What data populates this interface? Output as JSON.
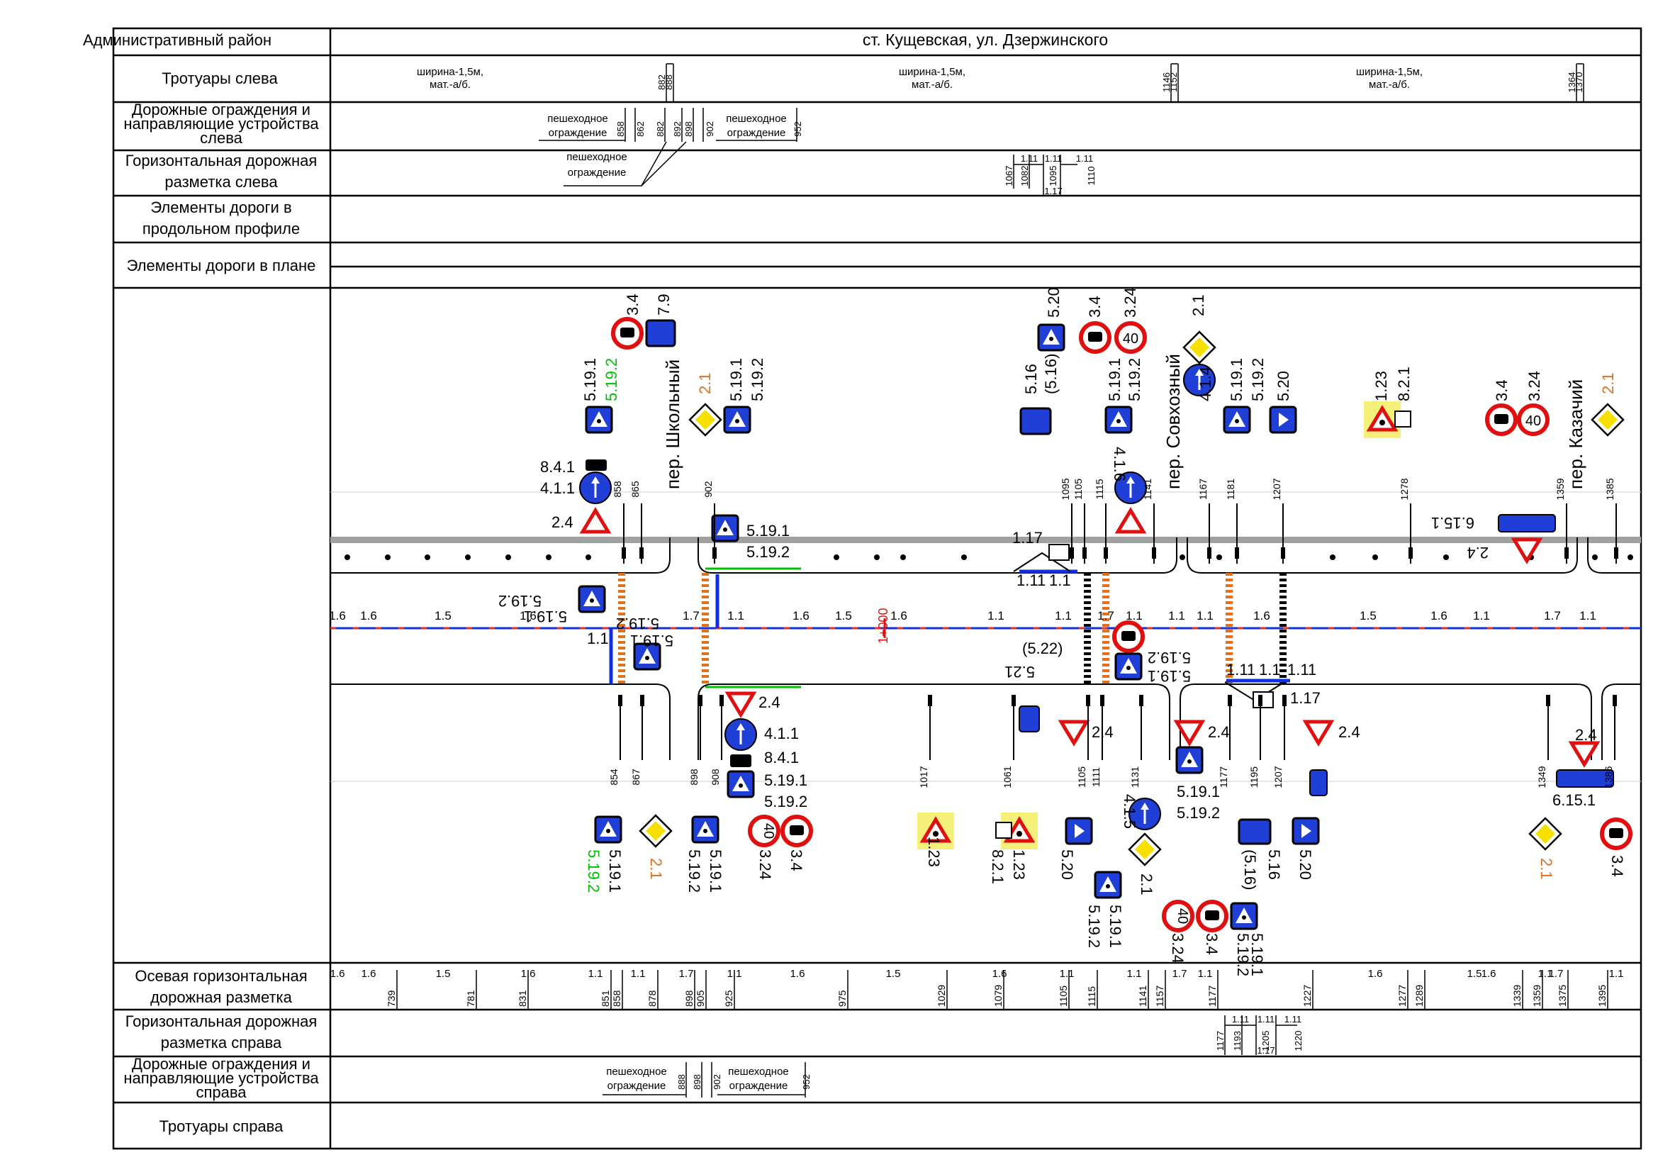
{
  "header": {
    "district_label": "Административный район",
    "location": "ст. Кущевская, ул. Дзержинского"
  },
  "rows": {
    "sidewalks_left": "Тротуары слева",
    "guard_left_1": "Дорожные ограждения и",
    "guard_left_2": "направляющие устройства",
    "guard_left_3": "слева",
    "marking_left_1": "Горизонтальная дорожная",
    "marking_left_2": "разметка слева",
    "profile_1": "Элементы дороги в",
    "profile_2": "продольном профиле",
    "plan": "Элементы дороги в плане",
    "axial_1": "Осевая горизонтальная",
    "axial_2": "дорожная разметка",
    "marking_right_1": "Горизонтальная дорожная",
    "marking_right_2": "разметка справа",
    "guard_right_1": "Дорожные ограждения и",
    "guard_right_2": "направляющие устройства",
    "guard_right_3": "справа",
    "sidewalks_right": "Тротуары справа"
  },
  "sidewalk_left": {
    "segments": [
      {
        "line1": "ширина-1,5м,",
        "line2": "мат.-а/б."
      },
      {
        "line1": "ширина-1,5м,",
        "line2": "мат.-а/б."
      },
      {
        "line1": "ширина-1,5м,",
        "line2": "мат.-а/б."
      }
    ],
    "marks": [
      "882",
      "888",
      "1146",
      "1152",
      "1364",
      "1370"
    ]
  },
  "guard_left": {
    "label_a1": "пешеходное",
    "label_a2": "ограждение",
    "label_b1": "пешеходное",
    "label_b2": "ограждение",
    "marks": [
      "858",
      "862",
      "882",
      "892",
      "898",
      "902",
      "952"
    ]
  },
  "marking_left": {
    "label1": "пешеходное",
    "label2": "ограждение",
    "marks": [
      "1067",
      "1082",
      "1095",
      "1110"
    ],
    "types": [
      "1.11",
      "1.11",
      "1.11",
      "1.17"
    ]
  },
  "streets": {
    "school": "пер. Школьный",
    "sovkhoz": "пер. Совхозный",
    "kazachiy": "пер. Казачий"
  },
  "plan": {
    "axial_types": [
      "1.6",
      "1.6",
      "1.5",
      "1.6",
      "1.7",
      "1.1",
      "1.6",
      "1.5",
      "1.6",
      "1.1",
      "1.1",
      "1.7",
      "1.1",
      "1.1",
      "1.1",
      "1.6",
      "1.5",
      "1.6",
      "1.1",
      "1.7",
      "1.1"
    ],
    "km_label": "1+000",
    "top_post_labels": [
      "858",
      "865",
      "902",
      "1095",
      "1105",
      "1115",
      "1141",
      "1167",
      "1181",
      "1207",
      "1278",
      "1359",
      "1385"
    ],
    "bottom_post_labels": [
      "854",
      "867",
      "898",
      "908",
      "1017",
      "1061",
      "1105",
      "1111",
      "1131",
      "1177",
      "1195",
      "1207",
      "1349",
      "1386"
    ],
    "sign_labels": {
      "s_3_4": "3.4",
      "s_7_9": "7.9",
      "s_5_19_1": "5.19.1",
      "s_5_19_2": "5.19.2",
      "s_2_1": "2.1",
      "s_8_4_1": "8.4.1",
      "s_4_1_1": "4.1.1",
      "s_2_4": "2.4",
      "s_5_20": "5.20",
      "s_3_24": "3.24",
      "s_5_16": "5.16",
      "s_5_16p": "(5.16)",
      "s_4_1_6": "4.1.6",
      "s_4_1_4": "4.1.4",
      "s_1_23": "1.23",
      "s_8_2_1": "8.2.1",
      "s_6_15_1": "6.15.1",
      "s_1_17": "1.17",
      "s_1_11": "1.11",
      "s_1_1": "1.1",
      "s_5_21": "5.21",
      "s_5_22p": "(5.22)",
      "s_4_1_5": "4.1.5",
      "s_40": "40"
    }
  },
  "axial_table": {
    "types": [
      "1.6",
      "1.6",
      "1.5",
      "1.6",
      "1.1",
      "1.1",
      "1.7",
      "1.1",
      "1.6",
      "1.5",
      "1.6",
      "1.1",
      "1.1",
      "1.7",
      "1.1",
      "1.6",
      "1.5",
      "1.6",
      "1.1",
      "1.7",
      "1.1"
    ],
    "marks": [
      "739",
      "781",
      "831",
      "851",
      "858",
      "878",
      "898",
      "905",
      "925",
      "975",
      "1029",
      "1079",
      "1105",
      "1115",
      "1141",
      "1157",
      "1177",
      "1227",
      "1277",
      "1289",
      "1339",
      "1359",
      "1375",
      "1395"
    ]
  },
  "marking_right": {
    "marks": [
      "1177",
      "1193",
      "1205",
      "1220"
    ],
    "types": [
      "1.11",
      "1.11",
      "1.11",
      "1.17"
    ]
  },
  "guard_right": {
    "label_a1": "пешеходное",
    "label_a2": "ограждение",
    "label_b1": "пешеходное",
    "label_b2": "ограждение",
    "marks": [
      "888",
      "898",
      "902",
      "952"
    ]
  },
  "colors": {
    "sign_blue": "#1f3fd6",
    "sign_red": "#e01010",
    "sign_yellow": "#f5e000",
    "highlight": "#f5f07a",
    "crossing_orange": "#e0701a",
    "axis_blue": "#1030e0",
    "axis_red": "#e03030",
    "green_label": "#00c000",
    "orange_label": "#e07020",
    "road_gray": "#a0a0a0"
  }
}
